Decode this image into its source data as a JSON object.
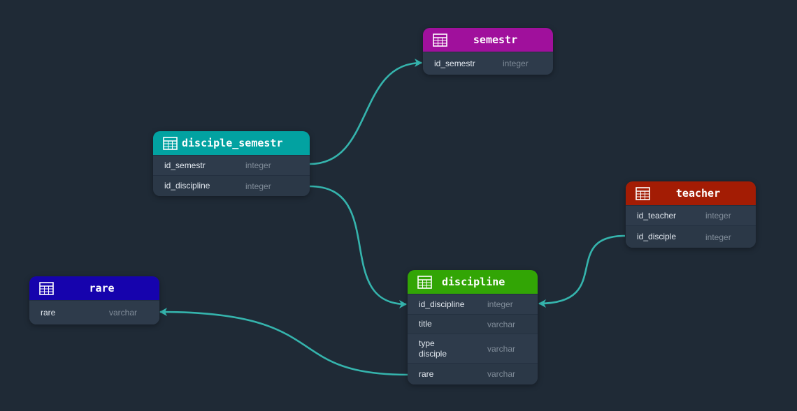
{
  "colors": {
    "background": "#1f2a36",
    "edge": "#35b4ad",
    "semestr": "#a0109c",
    "disciple_semestr": "#02a2a1",
    "teacher": "#a31c04",
    "discipline": "#32a505",
    "rare": "#1603ad"
  },
  "tables": {
    "semestr": {
      "name": "semestr",
      "columns": [
        {
          "name": "id_semestr",
          "type": "integer"
        }
      ]
    },
    "disciple_semestr": {
      "name": "disciple_semestr",
      "columns": [
        {
          "name": "id_semestr",
          "type": "integer"
        },
        {
          "name": "id_discipline",
          "type": "integer"
        }
      ]
    },
    "teacher": {
      "name": "teacher",
      "columns": [
        {
          "name": "id_teacher",
          "type": "integer"
        },
        {
          "name": "id_disciple",
          "type": "integer"
        }
      ]
    },
    "discipline": {
      "name": "discipline",
      "columns": [
        {
          "name": "id_discipline",
          "type": "integer"
        },
        {
          "name": "title",
          "type": "varchar"
        },
        {
          "name": "type disciple",
          "type": "varchar"
        },
        {
          "name": "rare",
          "type": "varchar"
        }
      ]
    },
    "rare": {
      "name": "rare",
      "columns": [
        {
          "name": "rare",
          "type": "varchar"
        }
      ]
    }
  },
  "relations": [
    {
      "from": "disciple_semestr.id_semestr",
      "to": "semestr.id_semestr"
    },
    {
      "from": "disciple_semestr.id_discipline",
      "to": "discipline.id_discipline"
    },
    {
      "from": "teacher.id_disciple",
      "to": "discipline.id_discipline"
    },
    {
      "from": "discipline.rare",
      "to": "rare.rare"
    }
  ]
}
